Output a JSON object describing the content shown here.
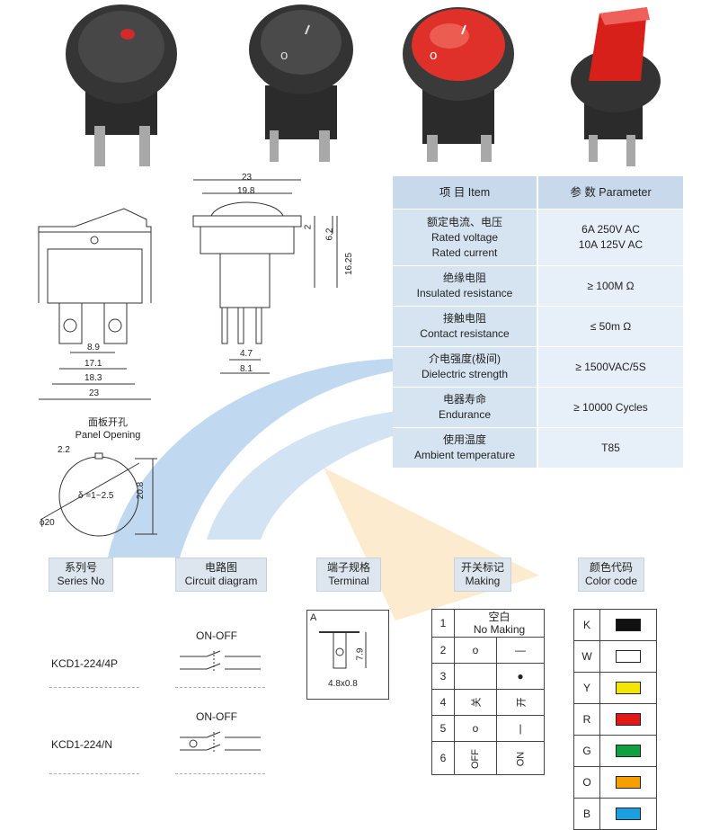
{
  "colors": {
    "watermark_blue": "#1f78c8",
    "watermark_orange": "#f4a623",
    "red_lamp": "#e0302a",
    "body": "#2b2b2b"
  },
  "spec_table": {
    "header": {
      "item": "项 目   Item",
      "parameter": "参 数   Parameter"
    },
    "rows": [
      {
        "zh": "额定电流、电压",
        "en1": "Rated voltage",
        "en2": "Rated current",
        "v1": "6A   250V AC",
        "v2": "10A 125V AC"
      },
      {
        "zh": "绝缘电阻",
        "en1": "Insulated resistance",
        "v1": "≥ 100M Ω"
      },
      {
        "zh": "接触电阻",
        "en1": "Contact resistance",
        "v1": "≤ 50m Ω"
      },
      {
        "zh": "介电强度(极间)",
        "en1": "Dielectric strength",
        "v1": "≥ 1500VAC/5S"
      },
      {
        "zh": "电器寿命",
        "en1": "Endurance",
        "v1": "≥ 10000 Cycles"
      },
      {
        "zh": "使用温度",
        "en1": "Ambient temperature",
        "v1": "T85"
      }
    ]
  },
  "side_view_dims": {
    "d1": "8.9",
    "d2": "17.1",
    "d3": "18.3",
    "d4": "23"
  },
  "front_view_dims": {
    "w1": "23",
    "w2": "19.8",
    "h1": "2",
    "h2": "6.2",
    "h3": "16.25",
    "b1": "4.7",
    "b2": "8.1"
  },
  "panel": {
    "title_zh": "面板开孔",
    "title_en": "Panel Opening",
    "notch": "2.2",
    "thickness": "δ =1~2.5",
    "height": "20.8",
    "diameter": "ϕ20"
  },
  "headers": {
    "series": {
      "zh": "系列号",
      "en": "Series No"
    },
    "circuit": {
      "zh": "电路图",
      "en": "Circuit diagram"
    },
    "terminal": {
      "zh": "端子规格",
      "en": "Terminal"
    },
    "marking": {
      "zh": "开关标记",
      "en": "Making"
    },
    "color": {
      "zh": "颜色代码",
      "en": "Color code"
    }
  },
  "series_rows": [
    {
      "model": "KCD1-224/4P",
      "circuit": "ON-OFF"
    },
    {
      "model": "KCD1-224/N",
      "circuit": "ON-OFF"
    }
  ],
  "terminal": {
    "type": "A",
    "size": "4.8x0.8",
    "height": "7.9"
  },
  "marking_rows": [
    {
      "no": "1",
      "zh": "空白",
      "en": "No Making"
    },
    {
      "no": "2",
      "a": "o",
      "b": "—"
    },
    {
      "no": "3",
      "a": "",
      "b": "●"
    },
    {
      "no": "4",
      "a": "关",
      "b": "开"
    },
    {
      "no": "5",
      "a": "o",
      "b": "|"
    },
    {
      "no": "6",
      "a": "OFF",
      "b": "ON"
    }
  ],
  "color_codes": [
    {
      "letter": "K",
      "hex": "#111111"
    },
    {
      "letter": "W",
      "hex": "#ffffff"
    },
    {
      "letter": "Y",
      "hex": "#f5e600"
    },
    {
      "letter": "R",
      "hex": "#e01818"
    },
    {
      "letter": "G",
      "hex": "#10a040"
    },
    {
      "letter": "O",
      "hex": "#f5a000"
    },
    {
      "letter": "B",
      "hex": "#1aa0e0"
    }
  ]
}
